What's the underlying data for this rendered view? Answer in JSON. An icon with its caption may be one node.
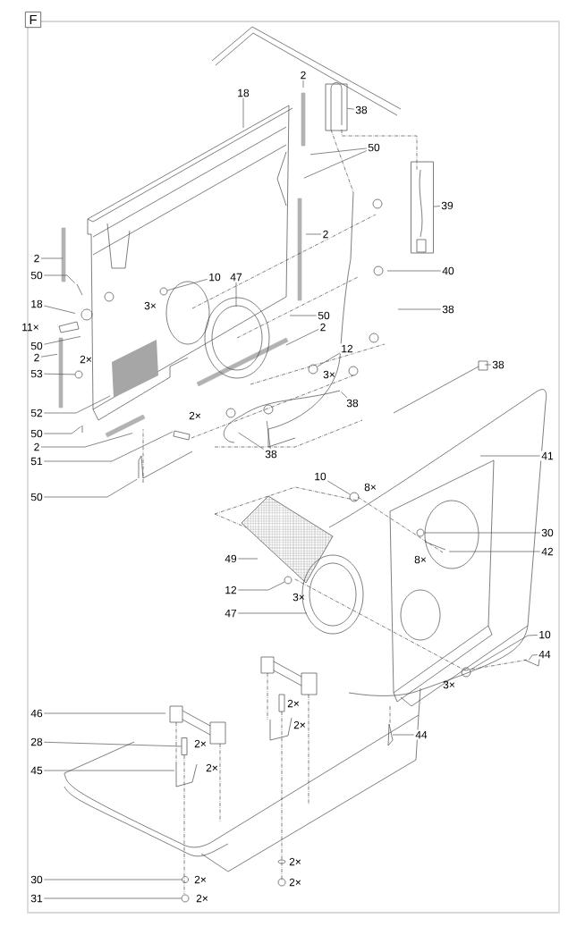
{
  "diagram": {
    "nodes": [
      {
        "text": [
          "F"
        ]
      },
      {
        "text": [
          "18"
        ]
      },
      {
        "text": [
          "2"
        ]
      },
      {
        "text": [],
        "shape": "box"
      },
      {
        "text": [
          "38"
        ]
      },
      {
        "text": [
          "50"
        ]
      },
      {
        "text": [],
        "shape": "box"
      },
      {
        "text": [
          "39"
        ]
      },
      {
        "text": [
          "2"
        ]
      },
      {
        "text": [
          "2"
        ]
      },
      {
        "text": [
          "50"
        ]
      },
      {
        "text": [
          "10"
        ]
      },
      {
        "text": [
          "47"
        ]
      },
      {
        "text": [
          "40"
        ]
      },
      {
        "text": [
          "18"
        ]
      },
      {
        "text": [
          "38"
        ]
      },
      {
        "text": [
          "50"
        ]
      },
      {
        "text": [
          "2"
        ]
      },
      {
        "text": [
          "50"
        ]
      },
      {
        "text": [
          "2"
        ]
      },
      {
        "text": [
          "53"
        ]
      },
      {
        "text": [
          "12"
        ]
      },
      {
        "text": [
          "38"
        ]
      },
      {
        "text": [
          "38"
        ]
      },
      {
        "text": [
          "52"
        ]
      },
      {
        "text": [
          "50"
        ]
      },
      {
        "text": [
          "2"
        ]
      },
      {
        "text": [
          "38"
        ]
      },
      {
        "text": [
          "41"
        ]
      },
      {
        "text": [
          "51"
        ]
      },
      {
        "text": [
          "50"
        ]
      },
      {
        "text": [
          "10"
        ]
      },
      {
        "text": [
          "30"
        ]
      },
      {
        "text": [
          "42"
        ]
      },
      {
        "text": [
          "49"
        ]
      },
      {
        "text": [
          "12"
        ]
      },
      {
        "text": [
          "47"
        ]
      },
      {
        "text": [
          "10"
        ]
      },
      {
        "text": [
          "44"
        ]
      },
      {
        "text": [
          "46"
        ]
      },
      {
        "text": [
          "44"
        ]
      },
      {
        "text": [
          "28"
        ]
      },
      {
        "text": [
          "45"
        ]
      },
      {
        "text": [
          "30"
        ]
      },
      {
        "text": [
          "31"
        ]
      },
      {
        "text": [],
        "shape": "circle",
        "beside": [
          "3×"
        ]
      },
      {
        "text": [],
        "shape": "circle",
        "beside": [
          "2×"
        ]
      },
      {
        "text": [],
        "shape": "circle",
        "beside": [
          "3×"
        ]
      },
      {
        "text": [],
        "shape": "circle",
        "beside": [
          "8×"
        ]
      },
      {
        "text": [],
        "shape": "circle"
      },
      {
        "text": [],
        "shape": "circle",
        "beside": [
          "3×"
        ]
      },
      {
        "text": [],
        "shape": "circle",
        "beside": [
          "3×"
        ]
      },
      {
        "text": [],
        "shape": "box",
        "beside": [
          "2×"
        ]
      },
      {
        "text": [],
        "shape": "circle",
        "beside": [
          "2×"
        ]
      },
      {
        "text": [],
        "shape": "circle",
        "beside": [
          "2×"
        ]
      }
    ],
    "edges": [
      {
        "from": 1,
        "to": null,
        "arrow": "none"
      },
      {
        "from": 2,
        "to": null,
        "arrow": "none"
      },
      {
        "from": 4,
        "to": 3,
        "arrow": "none"
      },
      {
        "from": 5,
        "to": null,
        "arrow": "none"
      },
      {
        "from": 5,
        "to": null,
        "arrow": "none"
      },
      {
        "from": 7,
        "to": 6,
        "arrow": "none"
      },
      {
        "from": 8,
        "to": null,
        "arrow": "none"
      },
      {
        "from": 9,
        "to": null,
        "arrow": "none"
      },
      {
        "from": 10,
        "to": null,
        "arrow": "none"
      },
      {
        "from": 11,
        "to": 45,
        "arrow": "none"
      },
      {
        "from": 12,
        "to": null,
        "arrow": "none"
      },
      {
        "from": 13,
        "to": null,
        "arrow": "none"
      },
      {
        "from": 14,
        "to": null,
        "arrow": "none"
      },
      {
        "from": 15,
        "to": null,
        "arrow": "none"
      },
      {
        "from": 16,
        "to": null,
        "arrow": "none"
      },
      {
        "from": 17,
        "to": null,
        "arrow": "none"
      },
      {
        "from": 18,
        "to": null,
        "arrow": "none"
      },
      {
        "from": 19,
        "to": null,
        "arrow": "none"
      },
      {
        "from": 20,
        "to": 46,
        "arrow": "none"
      },
      {
        "from": 21,
        "to": 47,
        "arrow": "none"
      },
      {
        "from": 22,
        "to": null,
        "arrow": "none"
      },
      {
        "from": 23,
        "to": null,
        "arrow": "none"
      },
      {
        "from": 24,
        "to": null,
        "arrow": "none"
      },
      {
        "from": 25,
        "to": null,
        "arrow": "none"
      },
      {
        "from": 26,
        "to": null,
        "arrow": "none"
      },
      {
        "from": 27,
        "to": null,
        "arrow": "none"
      },
      {
        "from": 27,
        "to": null,
        "arrow": "none"
      },
      {
        "from": 28,
        "to": null,
        "arrow": "none"
      },
      {
        "from": 29,
        "to": null,
        "arrow": "none"
      },
      {
        "from": 30,
        "to": null,
        "arrow": "none"
      },
      {
        "from": 31,
        "to": 48,
        "arrow": "none"
      },
      {
        "from": 32,
        "to": 49,
        "arrow": "none"
      },
      {
        "from": 33,
        "to": null,
        "arrow": "none"
      },
      {
        "from": 34,
        "to": null,
        "arrow": "none"
      },
      {
        "from": 35,
        "to": 50,
        "arrow": "none"
      },
      {
        "from": 36,
        "to": null,
        "arrow": "none"
      },
      {
        "from": 37,
        "to": 51,
        "arrow": "none"
      },
      {
        "from": 38,
        "to": null,
        "arrow": "none"
      },
      {
        "from": 39,
        "to": null,
        "arrow": "none"
      },
      {
        "from": 40,
        "to": null,
        "arrow": "none"
      },
      {
        "from": 41,
        "to": 52,
        "arrow": "none"
      },
      {
        "from": 42,
        "to": null,
        "arrow": "none"
      },
      {
        "from": 43,
        "to": 53,
        "arrow": "none"
      },
      {
        "from": 44,
        "to": 54,
        "arrow": "none"
      }
    ],
    "labels": [
      "11×",
      "2×",
      "8×",
      "2×",
      "2×",
      "2×",
      "2×",
      "2×"
    ]
  }
}
